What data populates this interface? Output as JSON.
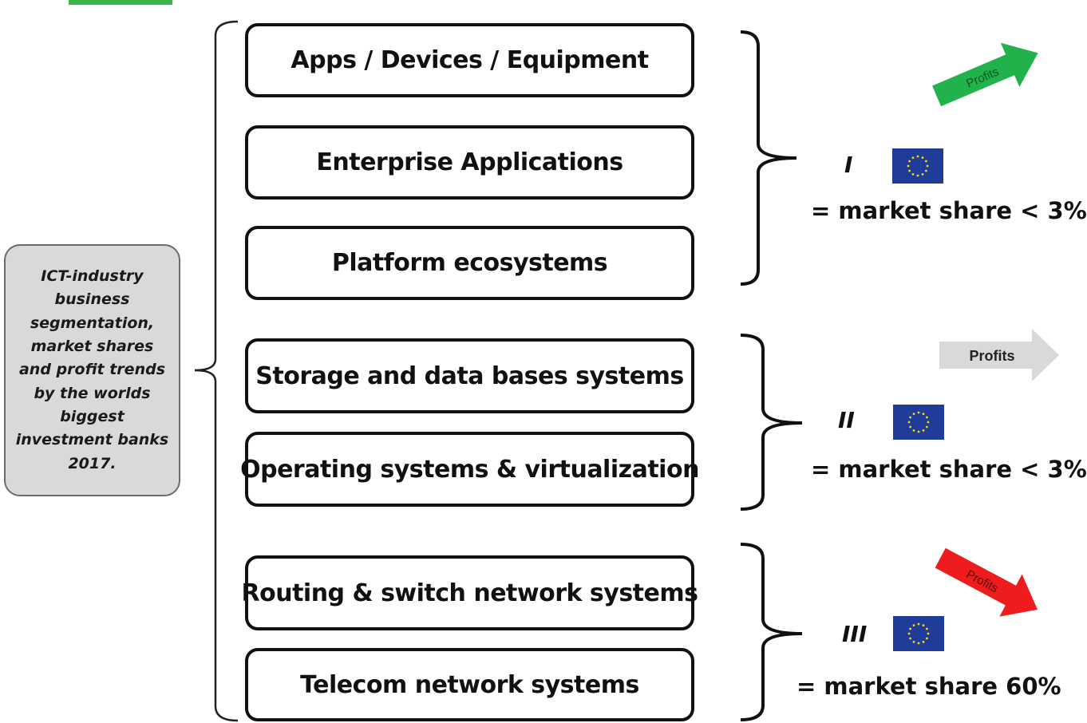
{
  "sidebar_note": {
    "lines": [
      "ICT-industry",
      "business",
      "segmentation,",
      "market shares",
      "and profit trends",
      "by the worlds",
      "biggest",
      "investment banks",
      "2017."
    ]
  },
  "segments": [
    {
      "label": "Apps / Devices / Equipment"
    },
    {
      "label": "Enterprise Applications"
    },
    {
      "label": "Platform ecosystems"
    },
    {
      "label": "Storage and data bases systems"
    },
    {
      "label": "Operating systems & virtualization"
    },
    {
      "label": "Routing & switch network systems"
    },
    {
      "label": "Telecom network systems"
    }
  ],
  "tiers": [
    {
      "numeral": "I",
      "market_share": "= market share < 3%",
      "profit_label": "Profits",
      "profit_trend": "up",
      "profit_color": "#21b24b"
    },
    {
      "numeral": "II",
      "market_share": "= market share < 3%",
      "profit_label": "Profits",
      "profit_trend": "flat",
      "profit_color": "#d9d9d9"
    },
    {
      "numeral": "III",
      "market_share": "= market share 60%",
      "profit_label": "Profits",
      "profit_trend": "down",
      "profit_color": "#ee1c1c"
    }
  ],
  "icons": {
    "flag": "eu-flag-icon"
  },
  "colors": {
    "flag_blue": "#1f3c9a",
    "flag_stars": "#ffd700",
    "accent_green": "#3bb54a"
  }
}
